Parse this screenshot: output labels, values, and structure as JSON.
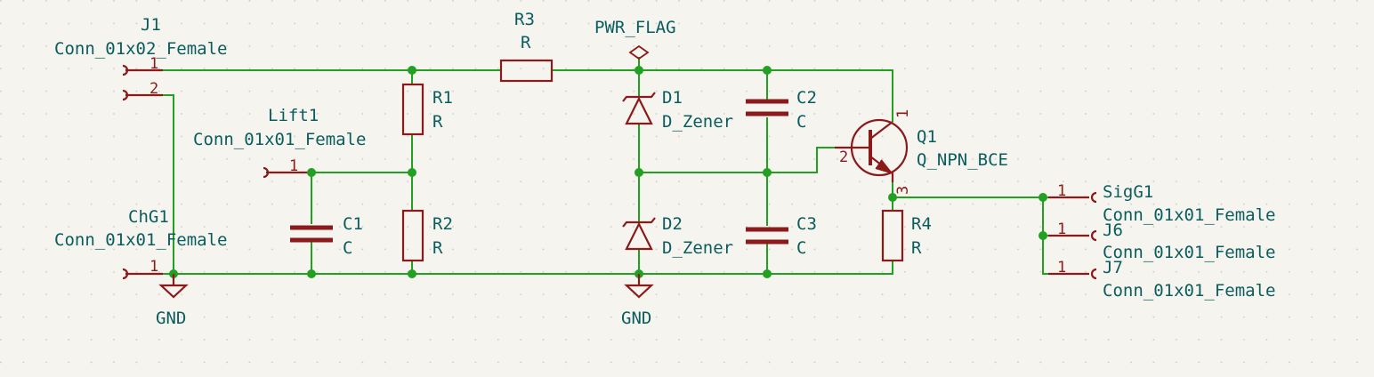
{
  "schematic": {
    "colors": {
      "background": "#f5f4ef",
      "wire": "#22a022",
      "symbol": "#8b1a1a",
      "text": "#0b5d5d",
      "grid": "#c9c9c2"
    },
    "components": {
      "J1": {
        "ref": "J1",
        "value": "Conn_01x02_Female",
        "pins": [
          "1",
          "2"
        ]
      },
      "Lift1": {
        "ref": "Lift1",
        "value": "Conn_01x01_Female",
        "pins": [
          "1"
        ]
      },
      "ChG1": {
        "ref": "ChG1",
        "value": "Conn_01x01_Female",
        "pins": [
          "1"
        ]
      },
      "R1": {
        "ref": "R1",
        "value": "R"
      },
      "R2": {
        "ref": "R2",
        "value": "R"
      },
      "R3": {
        "ref": "R3",
        "value": "R"
      },
      "R4": {
        "ref": "R4",
        "value": "R"
      },
      "C1": {
        "ref": "C1",
        "value": "C"
      },
      "C2": {
        "ref": "C2",
        "value": "C"
      },
      "C3": {
        "ref": "C3",
        "value": "C"
      },
      "D1": {
        "ref": "D1",
        "value": "D_Zener"
      },
      "D2": {
        "ref": "D2",
        "value": "D_Zener"
      },
      "Q1": {
        "ref": "Q1",
        "value": "Q_NPN_BCE",
        "pins": [
          "1",
          "2",
          "3"
        ]
      },
      "SigG1": {
        "ref": "SigG1",
        "value": "Conn_01x01_Female",
        "pins": [
          "1"
        ]
      },
      "J6": {
        "ref": "J6",
        "value": "Conn_01x01_Female",
        "pins": [
          "1"
        ]
      },
      "J7": {
        "ref": "J7",
        "value": "Conn_01x01_Female",
        "pins": [
          "1"
        ]
      }
    },
    "power": {
      "pwr_flag": "PWR_FLAG",
      "gnd_left": "GND",
      "gnd_mid": "GND"
    }
  }
}
